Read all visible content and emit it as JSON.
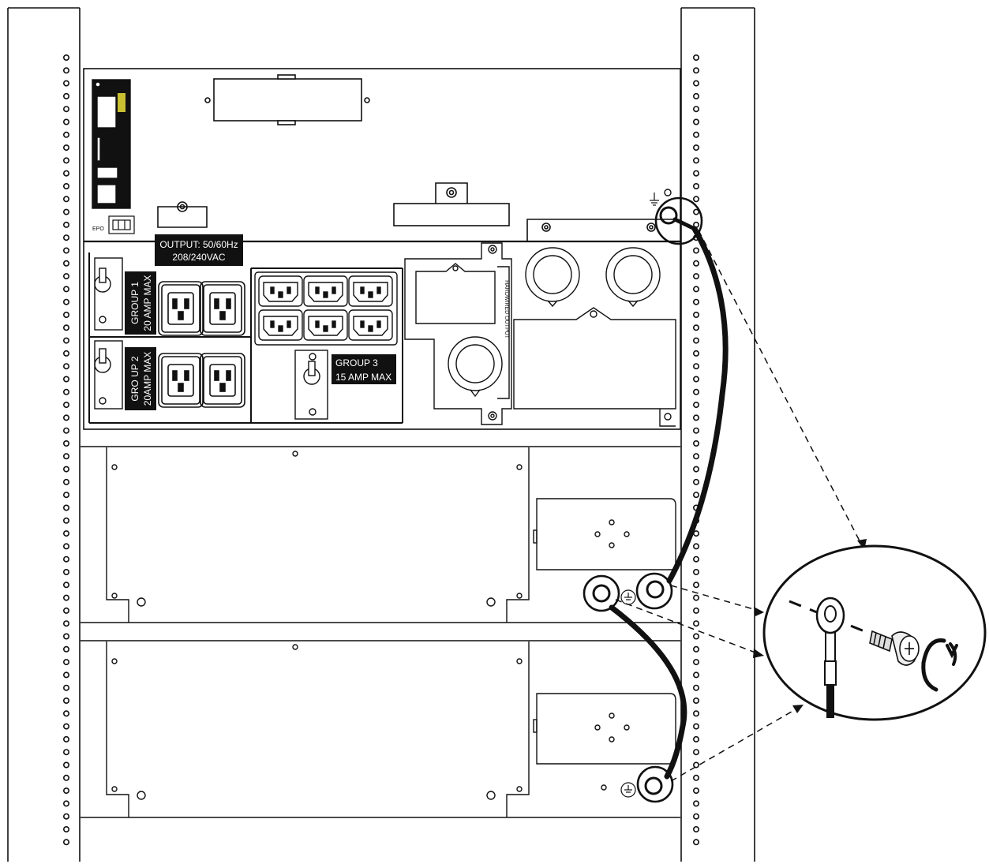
{
  "labels": {
    "output_line1": "OUTPUT: 50/60Hz",
    "output_line2": "208/240VAC",
    "group1_line1": "GROUP 1",
    "group1_line2": "20 AMP MAX",
    "group2_line1": "GRO UP 2",
    "group2_line2": "20AMP MAX",
    "group3_line1": "GROUP 3",
    "group3_line2": "15 AMP MAX",
    "hardwired": "HARDWIRED OUTPUT",
    "epo": "EPO"
  },
  "icons": [
    "ground-symbol-icon",
    "screw-icon",
    "rotate-arrow-icon",
    "ring-terminal-icon"
  ],
  "colors": {
    "line": "#111111",
    "label_bg": "#111111",
    "label_text": "#ffffff",
    "background": "#ffffff"
  }
}
